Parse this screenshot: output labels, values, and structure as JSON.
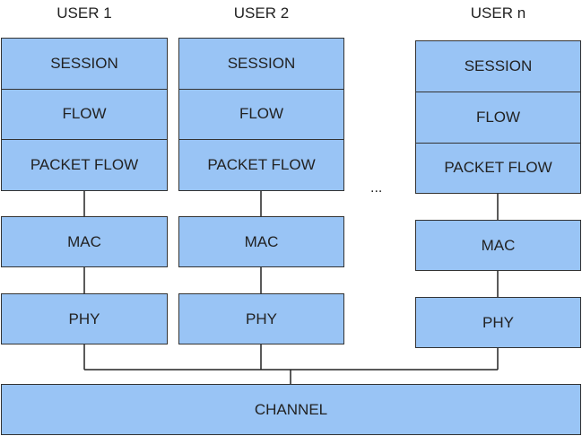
{
  "colors": {
    "box_fill": "#99c4f5",
    "outline": "#333333"
  },
  "users": [
    {
      "title": "USER 1",
      "session": "SESSION",
      "flow": "FLOW",
      "packet_flow": "PACKET FLOW",
      "mac": "MAC",
      "phy": "PHY"
    },
    {
      "title": "USER 2",
      "session": "SESSION",
      "flow": "FLOW",
      "packet_flow": "PACKET FLOW",
      "mac": "MAC",
      "phy": "PHY"
    },
    {
      "title": "USER n",
      "session": "SESSION",
      "flow": "FLOW",
      "packet_flow": "PACKET FLOW",
      "mac": "MAC",
      "phy": "PHY"
    }
  ],
  "ellipsis": "...",
  "channel": "CHANNEL"
}
